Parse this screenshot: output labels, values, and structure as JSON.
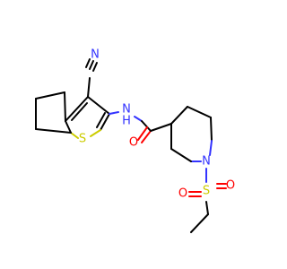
{
  "molecule": {
    "atoms": {
      "n_nitrile": "N",
      "c_nitrile": "C",
      "n_amide": "N",
      "h_amide": "H",
      "s_thiophene": "S",
      "o_carbonyl": "O",
      "n_piperidine": "N",
      "s_sulfonyl": "S",
      "o_sulfonyl_left": "O",
      "o_sulfonyl_right": "O"
    },
    "colors": {
      "carbon": "#000000",
      "nitrogen": "#3333ff",
      "oxygen": "#ff0000",
      "sulfur": "#cccc00"
    }
  }
}
